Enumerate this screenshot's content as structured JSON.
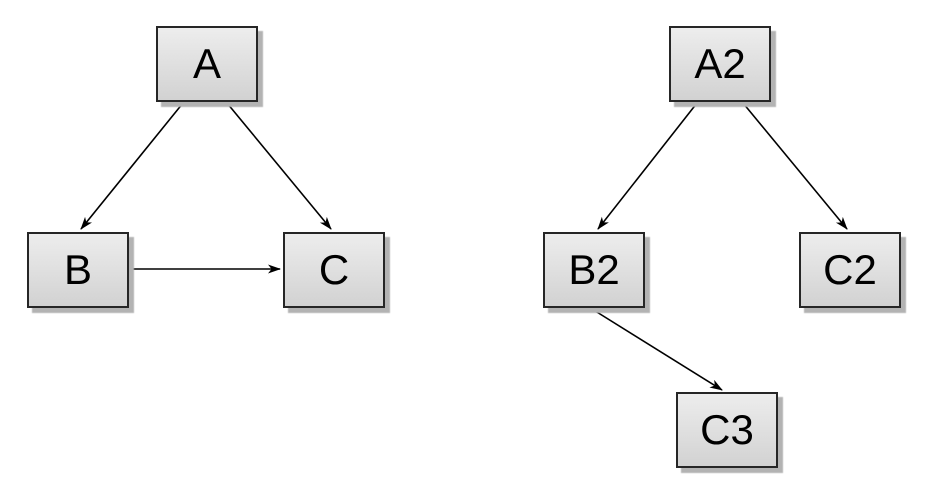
{
  "canvas": {
    "background_color": "#ffffff",
    "node_fill_top": "#ededed",
    "node_fill_bottom": "#d2d2d2",
    "node_border_color": "#262626",
    "node_shadow_color": "#b3b3b3",
    "edge_color": "#000000",
    "label_color": "#000000"
  },
  "graphs": [
    {
      "name": "left-graph",
      "nodes": [
        {
          "id": "A",
          "label": "A"
        },
        {
          "id": "B",
          "label": "B"
        },
        {
          "id": "C",
          "label": "C"
        }
      ],
      "edges": [
        {
          "from": "A",
          "to": "B"
        },
        {
          "from": "A",
          "to": "C"
        },
        {
          "from": "B",
          "to": "C"
        }
      ]
    },
    {
      "name": "right-graph",
      "nodes": [
        {
          "id": "A2",
          "label": "A2"
        },
        {
          "id": "B2",
          "label": "B2"
        },
        {
          "id": "C2",
          "label": "C2"
        },
        {
          "id": "C3",
          "label": "C3"
        }
      ],
      "edges": [
        {
          "from": "A2",
          "to": "B2"
        },
        {
          "from": "A2",
          "to": "C2"
        },
        {
          "from": "B2",
          "to": "C3"
        }
      ]
    }
  ]
}
